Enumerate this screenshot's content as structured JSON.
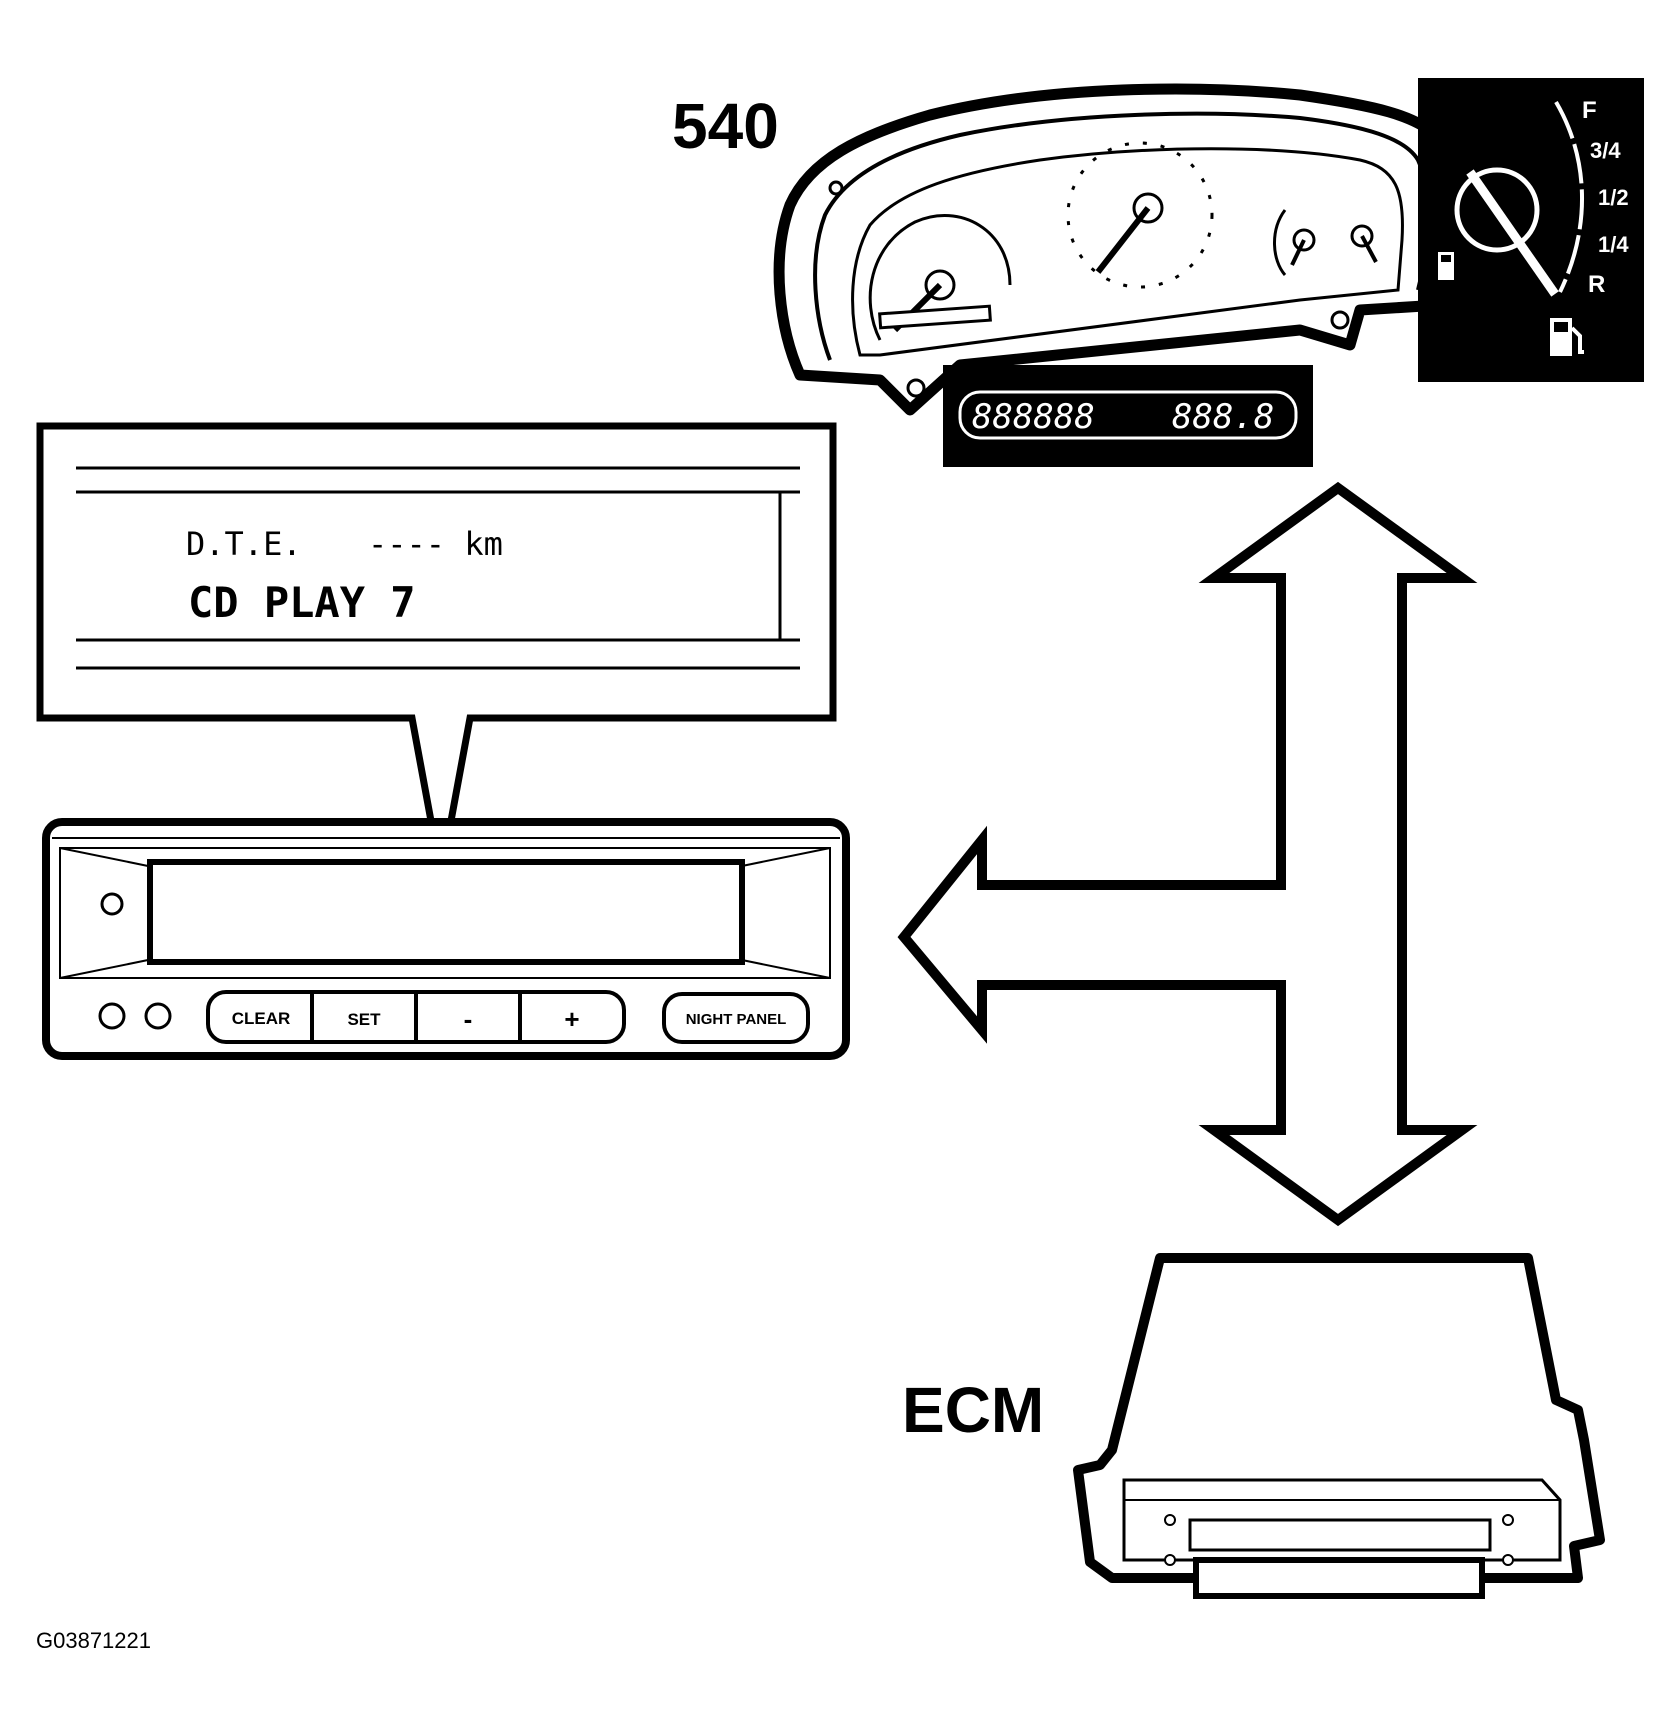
{
  "labels": {
    "cluster_number": "540",
    "ecm": "ECM",
    "figure_id": "G03871221"
  },
  "callout_display": {
    "line1_label": "D.T.E.",
    "line1_value": "----  km",
    "line2": "CD  PLAY   7"
  },
  "dic_buttons": {
    "clear": "CLEAR",
    "set": "SET",
    "minus": "-",
    "plus": "+",
    "night_panel": "NIGHT PANEL"
  },
  "odometer": {
    "segment_left": "888888",
    "segment_right": "888.8"
  },
  "fuel_gauge": {
    "full": "F",
    "three_quarter": "3/4",
    "half": "1/2",
    "quarter": "1/4",
    "reserve": "R"
  }
}
